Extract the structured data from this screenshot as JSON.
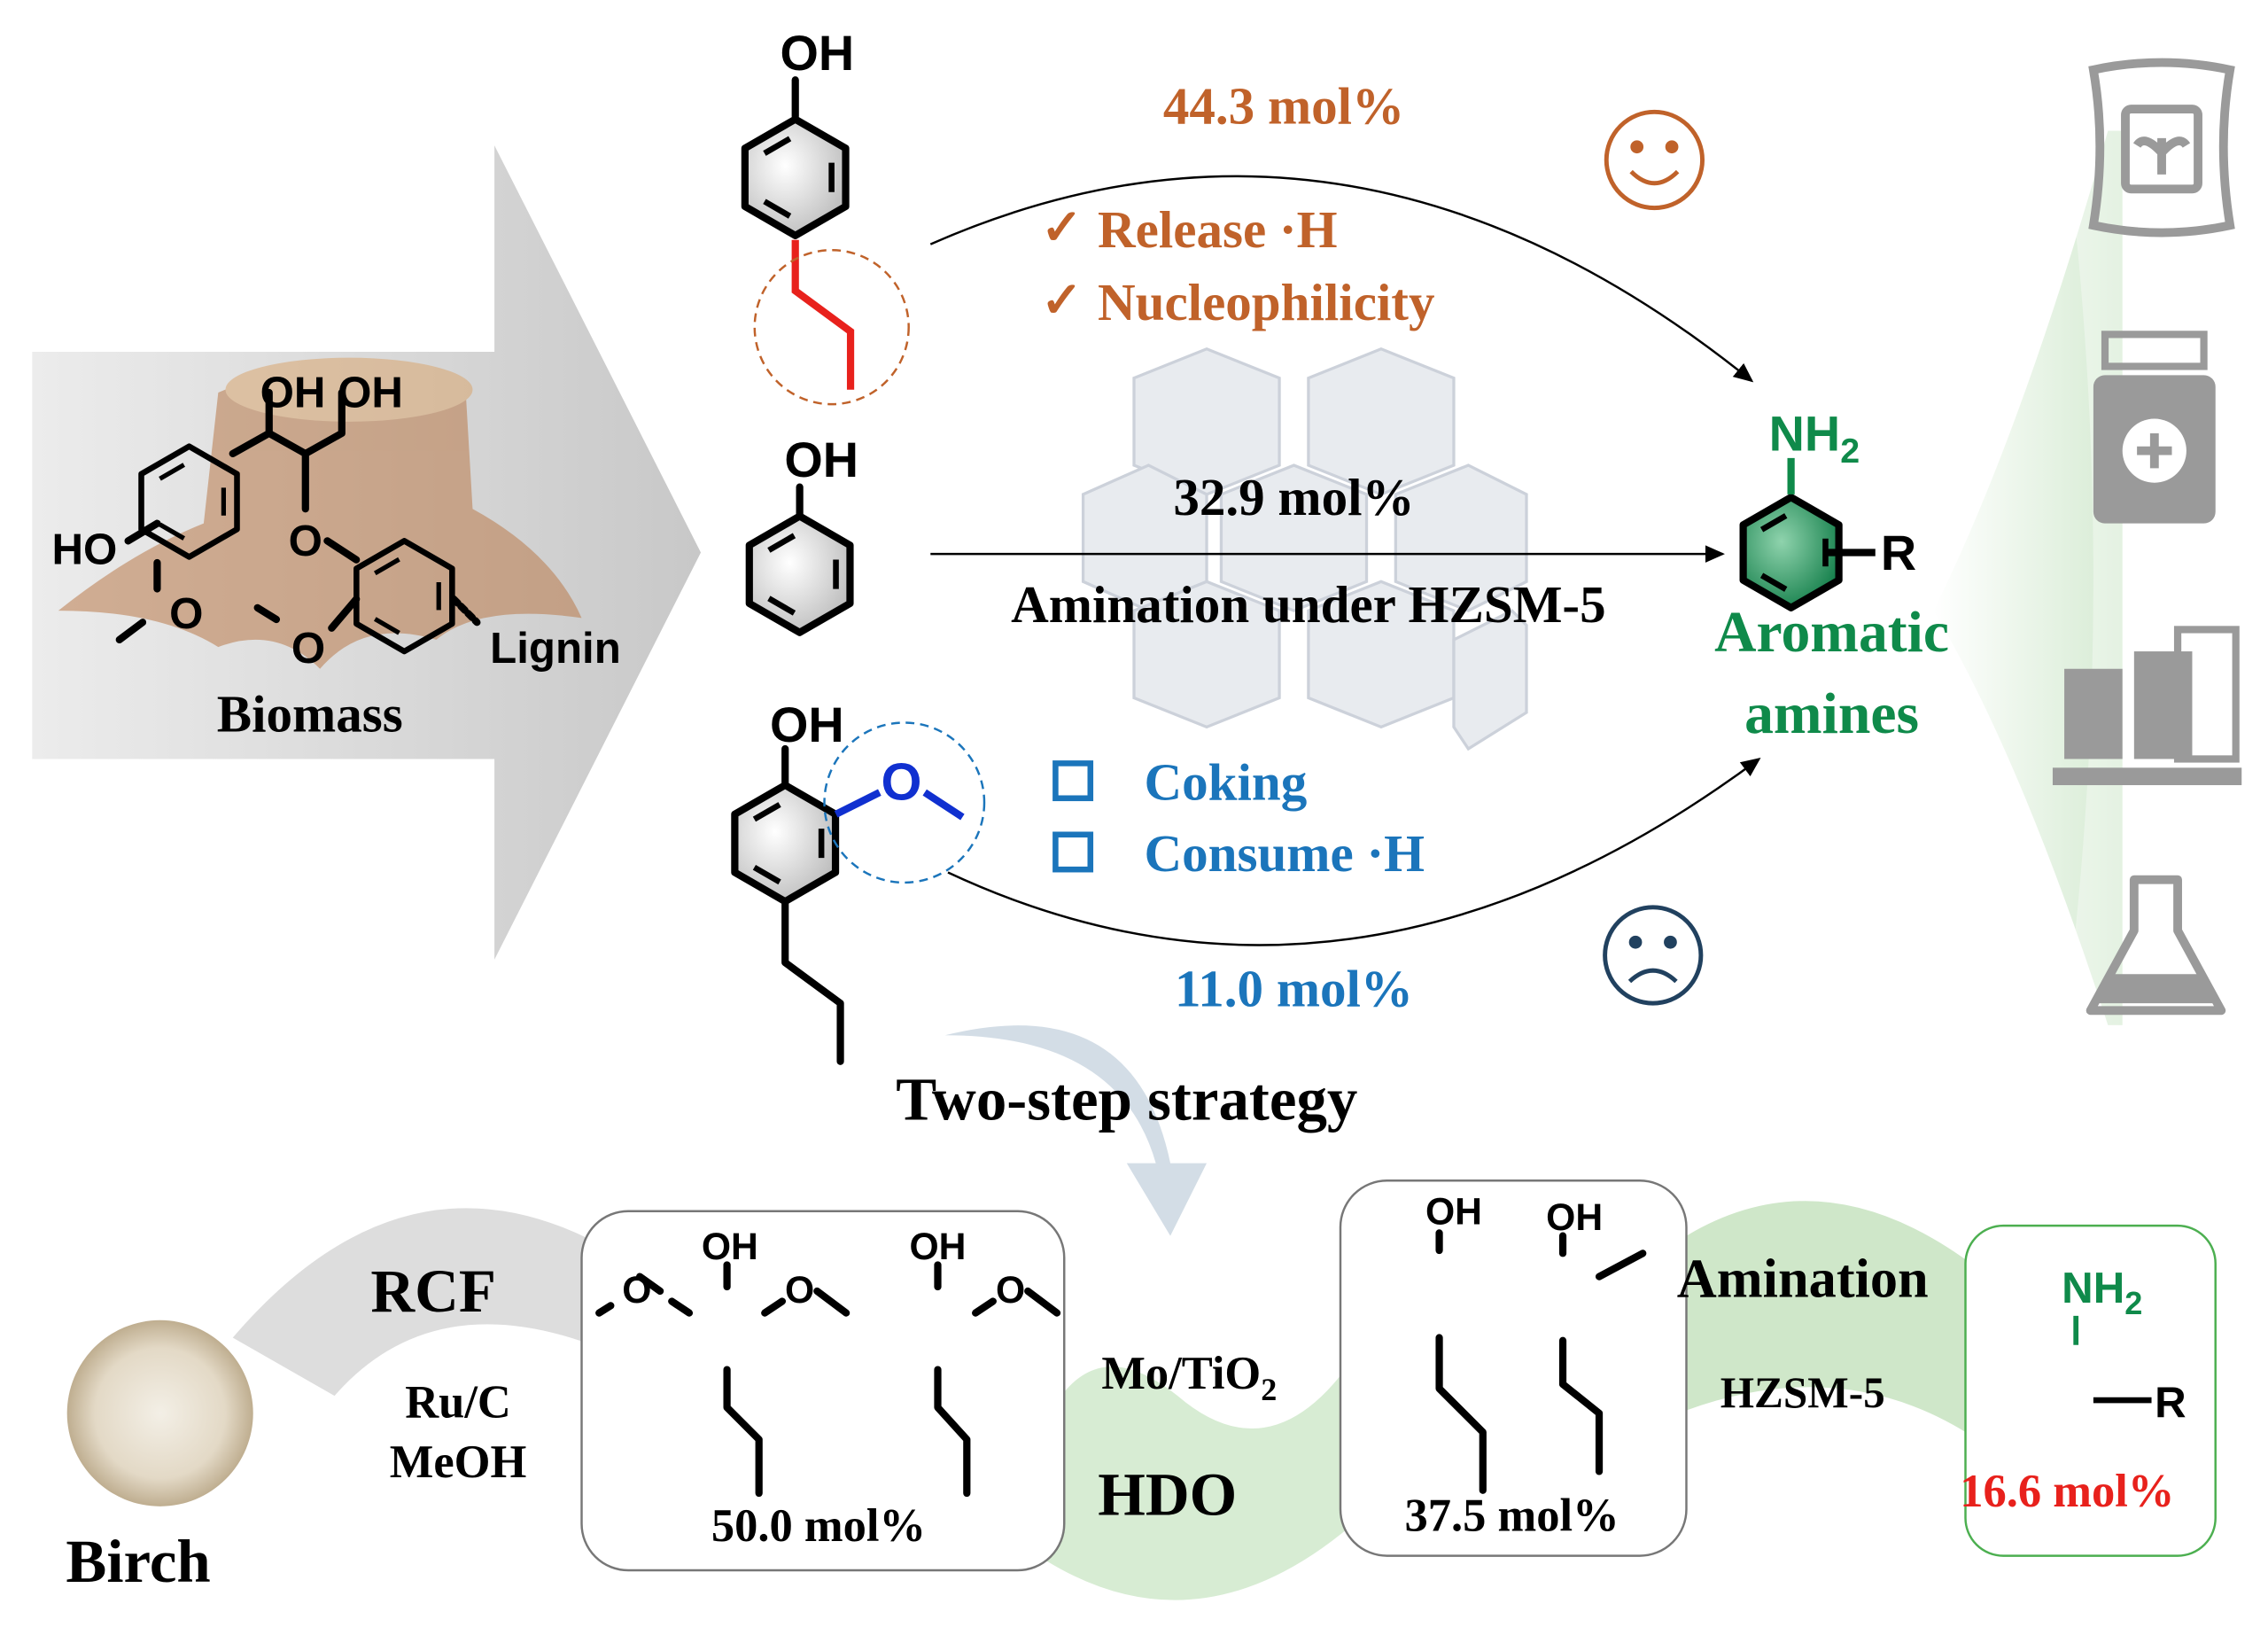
{
  "colors": {
    "orange": "#c0622a",
    "blue": "#1b75bb",
    "green": "#0f8a4a",
    "red": "#e8211c",
    "dark_blue": "#21415f",
    "arrow_gray": "#cfcfcf",
    "green_band": "#d3ead0",
    "icon_gray": "#9a9a9a"
  },
  "biomass": {
    "oh_oh": "OH OH",
    "ho": "HO",
    "o1": "O",
    "o2": "O",
    "o3": "O",
    "lignin": "Lignin",
    "label": "Biomass"
  },
  "top_route": {
    "oh": "OH",
    "yield": "44.3 mol%",
    "point1": "Release ·H",
    "point2": "Nucleophilicity",
    "check_icon": "checkmark-icon",
    "face_icon": "smiley-icon"
  },
  "middle_route": {
    "oh": "OH",
    "yield": "32.9 mol%",
    "condition": "Amination under HZSM-5"
  },
  "bottom_route": {
    "oh": "OH",
    "o": "O",
    "yield": "11.0 mol%",
    "point1": "Coking",
    "point2": "Consume ·H",
    "box_icon": "empty-checkbox-icon",
    "face_icon": "sad-face-icon"
  },
  "product": {
    "nh2": "NH",
    "nh2_sub": "2",
    "r": "R",
    "label1": "Aromatic",
    "label2": "amines"
  },
  "applications": {
    "icons": [
      "fertilizer-bag-icon",
      "medicine-bottle-icon",
      "factory-icon",
      "flask-icon"
    ]
  },
  "two_step": {
    "title": "Two-step strategy",
    "birch": "Birch",
    "rcf": "RCF",
    "rcf_cond1": "Ru/C",
    "rcf_cond2": "MeOH",
    "box1_oh1": "OH",
    "box1_oh2": "OH",
    "box1_o1": "O",
    "box1_o2": "O",
    "box1_o3": "O",
    "box1_yield": "50.0 mol%",
    "hdo_cat": "Mo/TiO",
    "hdo_cat_sub": "2",
    "hdo": "HDO",
    "box2_oh1": "OH",
    "box2_oh2": "OH",
    "box2_yield": "37.5 mol%",
    "amination": "Amination",
    "amination_cat": "HZSM-5",
    "final_nh2": "NH",
    "final_nh2_sub": "2",
    "final_r": "R",
    "final_yield": "16.6 mol%"
  }
}
